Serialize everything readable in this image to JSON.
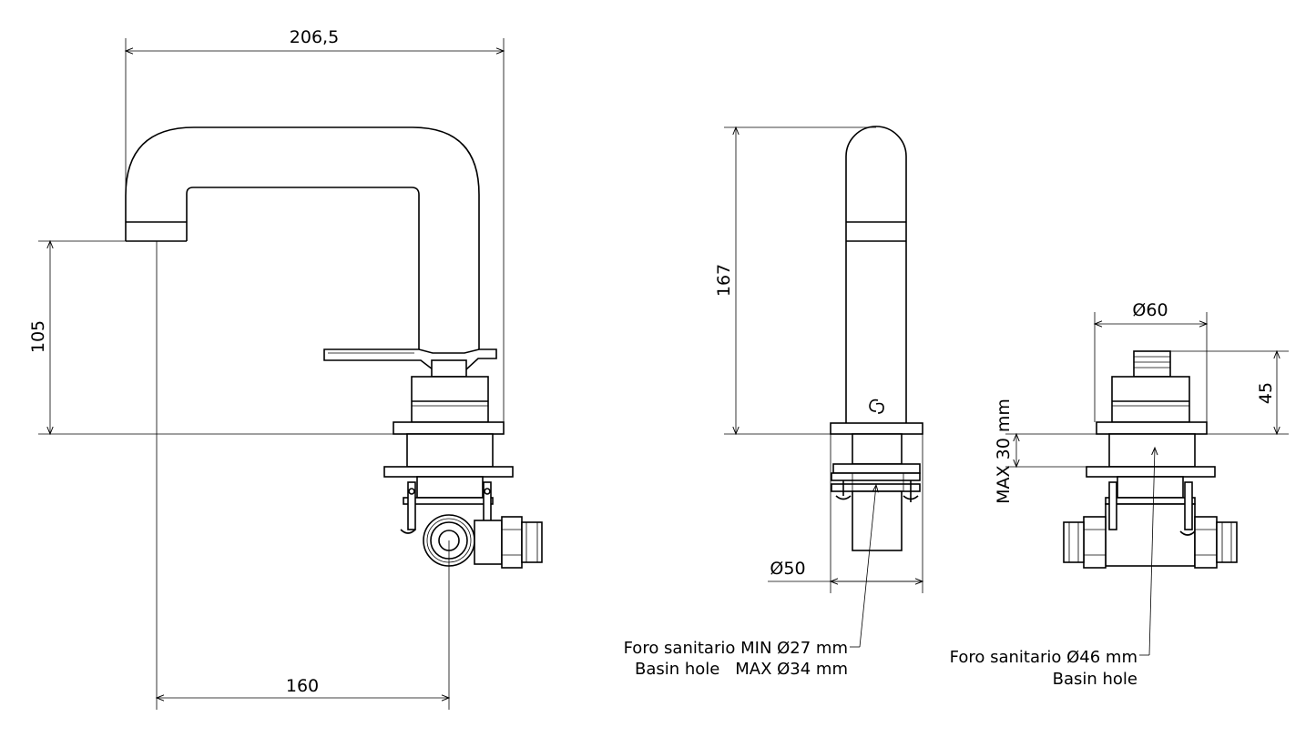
{
  "dimensions": {
    "width_206_5": "206,5",
    "height_105": "105",
    "offset_160": "160",
    "height_167": "167",
    "diameter_50": "Ø50",
    "diameter_60": "Ø60",
    "height_45": "45",
    "max_thickness": "MAX 30 mm"
  },
  "notes": {
    "hole_mixer_line1": "Foro sanitario MIN Ø27 mm",
    "hole_mixer_line2a": "Basin hole",
    "hole_mixer_line2b": "MAX Ø34 mm",
    "hole_valve_line1": "Foro sanitario Ø46 mm",
    "hole_valve_line2": "Basin hole"
  }
}
